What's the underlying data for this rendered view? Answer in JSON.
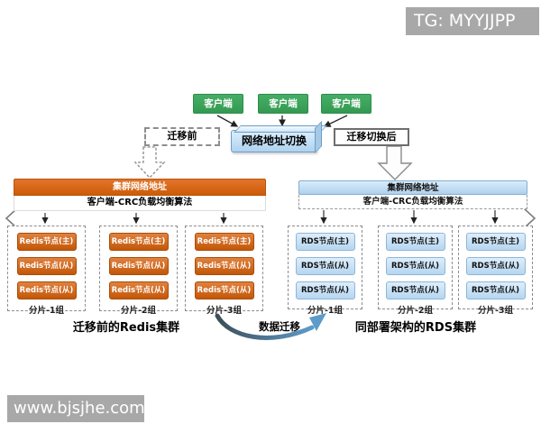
{
  "overlays": {
    "tg_badge": "TG: MYYJJPP",
    "site_watermark": "www.bjsjhe.com"
  },
  "clients": [
    "客户端",
    "客户端",
    "客户端"
  ],
  "network_switch_label": "网络地址切换",
  "phases": {
    "before": "迁移前",
    "after": "迁移切换后"
  },
  "migration_arrow_label": "数据迁移",
  "redis_cluster": {
    "address_header": "集群网络地址",
    "lb_algorithm": "客户端-CRC负载均衡算法",
    "caption": "迁移前的Redis集群",
    "groups": [
      {
        "label": "分片-1组",
        "nodes": [
          "Redis节点(主)",
          "Redis节点(从)",
          "Redis节点(从)"
        ]
      },
      {
        "label": "分片-2组",
        "nodes": [
          "Redis节点(主)",
          "Redis节点(从)",
          "Redis节点(从)"
        ]
      },
      {
        "label": "分片-3组",
        "nodes": [
          "Redis节点(主)",
          "Redis节点(从)",
          "Redis节点(从)"
        ]
      }
    ]
  },
  "rds_cluster": {
    "address_header": "集群网络地址",
    "lb_algorithm": "客户端-CRC负载均衡算法",
    "caption": "同部署架构的RDS集群",
    "groups": [
      {
        "label": "分片-1组",
        "nodes": [
          "RDS节点(主)",
          "RDS节点(从)",
          "RDS节点(从)"
        ]
      },
      {
        "label": "分片-2组",
        "nodes": [
          "RDS节点(主)",
          "RDS节点(从)",
          "RDS节点(从)"
        ]
      },
      {
        "label": "分片-3组",
        "nodes": [
          "RDS节点(主)",
          "RDS节点(从)",
          "RDS节点(从)"
        ]
      }
    ]
  },
  "colors": {
    "client_green": "#3ba55d",
    "redis_orange": "#d2600d",
    "rds_blue": "#bcd9f1",
    "switch_blue": "#bcdaf2",
    "badge_gray": "#a8a8a8",
    "swoosh_tail": "#3e4e58",
    "swoosh_head": "#5d9bc9"
  }
}
